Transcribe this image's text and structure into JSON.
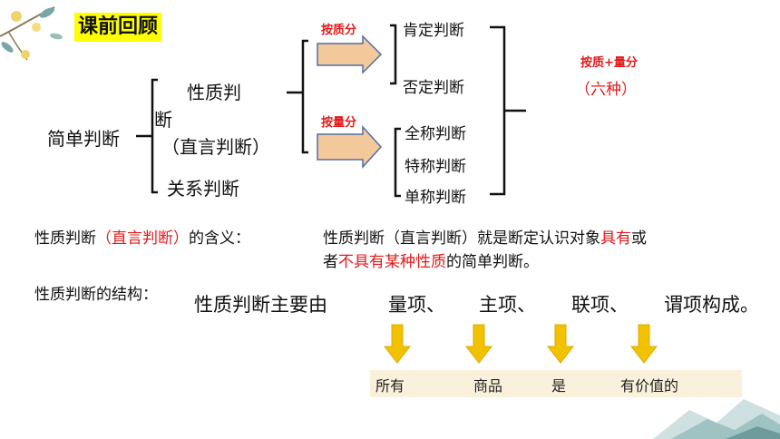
{
  "title": "课前回顾",
  "tree": {
    "root": "简单判断",
    "nature_line1": "性质判",
    "nature_line2": "断",
    "nature_line3": "（直言判断）",
    "relation": "关系判断",
    "by_quality": "按质分",
    "by_quantity": "按量分",
    "affirm": "肯定判断",
    "negate": "否定判断",
    "universal": "全称判断",
    "particular": "特称判断",
    "singular": "单称判断",
    "combined": "按质+量分",
    "six_kinds": "（六种）"
  },
  "meaning": {
    "label_a": "性质判断",
    "label_b": "（直言判断）",
    "label_c": "的含义：",
    "text_a": "性质判断（直言判断）就是断定认识对象",
    "text_b": "具有",
    "text_c": "或",
    "text_d": "者",
    "text_e": "不具有某种性质",
    "text_f": "的简单判断。"
  },
  "structure": {
    "label": "性质判断的结构：",
    "sentence": "性质判断主要由",
    "term1": "量项、",
    "term2": "主项、",
    "term3": "联项、",
    "term4": "谓项构成。"
  },
  "example": {
    "w1": "所有",
    "w2": "商品",
    "w3": "是",
    "w4": "有价值的"
  },
  "colors": {
    "red": "#e21a1a",
    "highlight": "#ffff00",
    "arrow_fill": "#f3c99b",
    "arrow_stroke": "#4f6fa8",
    "down_arrow": "#f2c200",
    "band": "#faf1dc"
  }
}
